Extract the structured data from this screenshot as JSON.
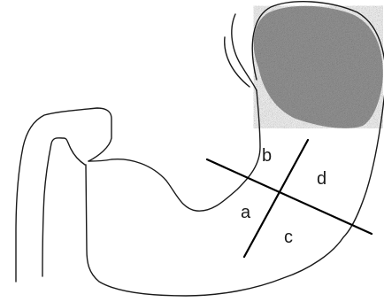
{
  "diagram": {
    "labels": {
      "a": "a",
      "b": "b",
      "c": "c",
      "d": "d"
    },
    "colors": {
      "stroke": "#1a1a1a",
      "shaded_region": "#9a9a9a",
      "background": "#ffffff"
    }
  }
}
